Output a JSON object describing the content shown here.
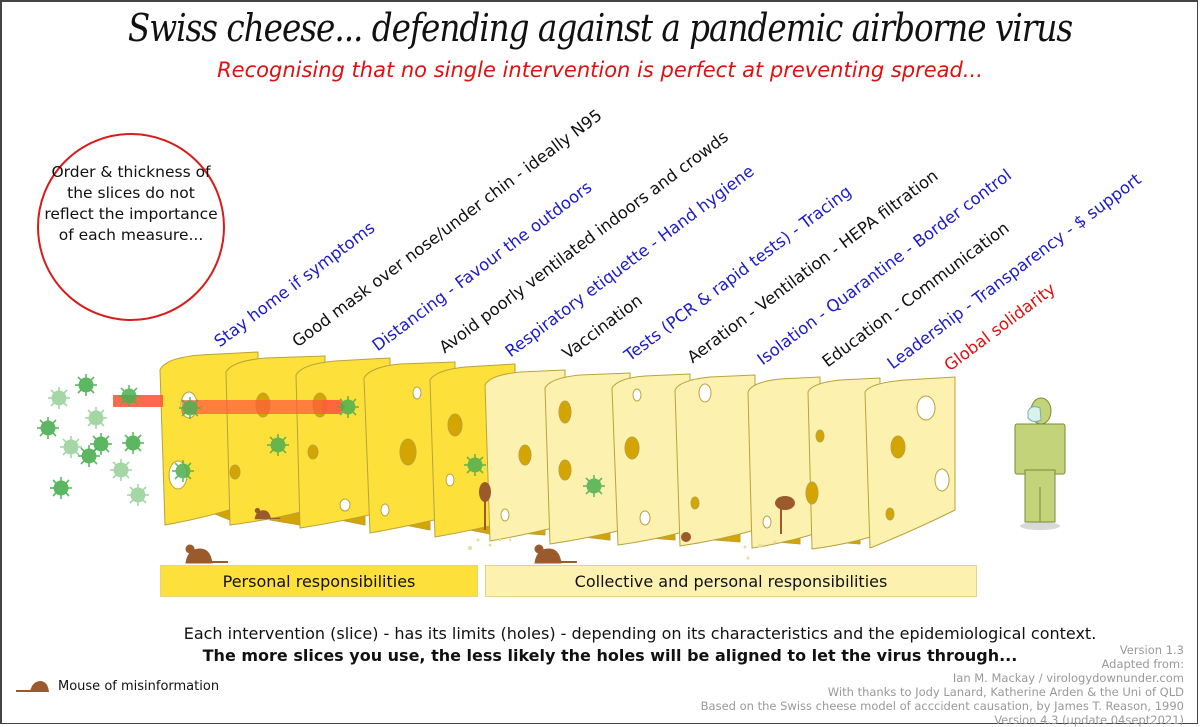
{
  "header": {
    "title": "Swiss cheese... defending against a pandemic airborne virus",
    "subtitle": "Recognising that no single intervention is perfect at preventing spread..."
  },
  "note": {
    "text": "Order & thickness of the slices do not reflect the importance of each measure..."
  },
  "interventions": [
    {
      "label": "Stay home if symptoms",
      "color": "#1b1bcc"
    },
    {
      "label": "Good mask over nose/under chin - ideally N95",
      "color": "#111111"
    },
    {
      "label": "Distancing - Favour the outdoors",
      "color": "#1b1bcc"
    },
    {
      "label": "Avoid poorly ventilated indoors and crowds",
      "color": "#111111"
    },
    {
      "label": "Respiratory etiquette - Hand hygiene",
      "color": "#1b1bcc"
    },
    {
      "label": "Vaccination",
      "color": "#111111"
    },
    {
      "label": "Tests (PCR & rapid tests) - Tracing",
      "color": "#1b1bcc"
    },
    {
      "label": "Aeration - Ventilation - HEPA filtration",
      "color": "#111111"
    },
    {
      "label": "Isolation - Quarantine - Border control",
      "color": "#1b1bcc"
    },
    {
      "label": "Education - Communication",
      "color": "#111111"
    },
    {
      "label": "Leadership - Transparency - $ support",
      "color": "#1b1bcc"
    },
    {
      "label": "Global solidarity",
      "color": "#e01010"
    }
  ],
  "bands": {
    "personal": "Personal responsibilities",
    "collective": "Collective and personal responsibilities"
  },
  "captions": {
    "line1": "Each intervention (slice) - has its limits (holes) - depending on its characteristics and the epidemiological context.",
    "line2": "The more slices you use, the less likely the holes will be aligned to let the virus through..."
  },
  "legend": {
    "mouse_icon": "mouse-icon",
    "label": "Mouse of misinformation"
  },
  "credits": [
    "Version 1.3",
    "Adapted from:",
    "Ian M. Mackay / virologydownunder.com",
    "With thanks to Jody Lanard, Katherine Arden & the Uni of QLD",
    "Based on the Swiss cheese model of acccident causation, by James T. Reason, 1990",
    "Version 4.3 (update 04sept2021)"
  ],
  "colors": {
    "cheese_personal": "#fde03a",
    "cheese_collective": "#fdf1b0",
    "hole_dark": "#d4a500",
    "virus": "#4caf50",
    "arrow": "#ff5a3c",
    "person": "#c3d37a",
    "mouse": "#9a5a2c"
  }
}
